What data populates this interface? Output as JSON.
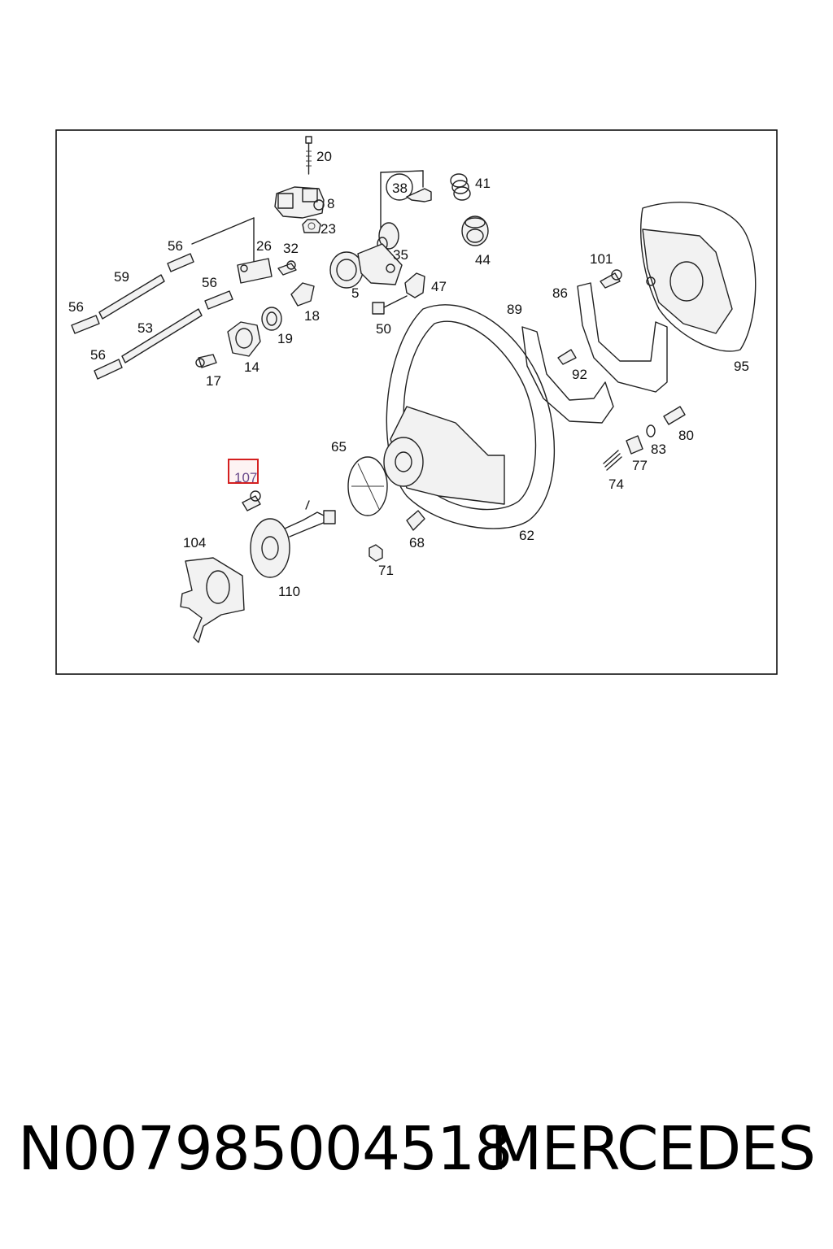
{
  "diagram": {
    "highlight": {
      "label": "107",
      "color": "#d42020"
    },
    "labels": [
      "20",
      "8",
      "23",
      "38",
      "41",
      "35",
      "44",
      "56",
      "59",
      "26",
      "32",
      "56",
      "5",
      "47",
      "101",
      "86",
      "56",
      "18",
      "53",
      "19",
      "89",
      "50",
      "14",
      "56",
      "17",
      "92",
      "95",
      "80",
      "83",
      "77",
      "65",
      "107",
      "74",
      "104",
      "68",
      "62",
      "110",
      "71"
    ]
  },
  "footer": {
    "part_number": "N007985004518",
    "brand": "MERCEDES"
  }
}
